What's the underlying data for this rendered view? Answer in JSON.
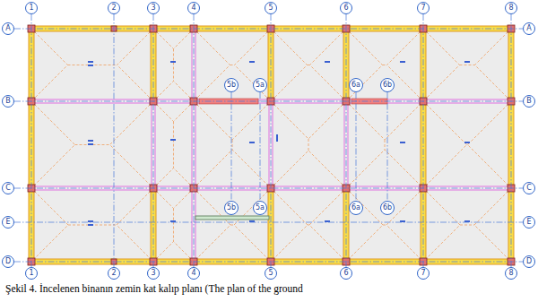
{
  "diagram": {
    "caption": "Şekil 4. İncelenen binanın zemin kat kalıp planı (The plan of the ground",
    "nodes": [
      {
        "text": [
          "1"
        ]
      },
      {
        "text": [
          "2"
        ]
      },
      {
        "text": [
          "3"
        ]
      },
      {
        "text": [
          "4"
        ]
      },
      {
        "text": [
          "5"
        ]
      },
      {
        "text": [
          "6"
        ]
      },
      {
        "text": [
          "7"
        ]
      },
      {
        "text": [
          "8"
        ]
      },
      {
        "text": [
          "A"
        ]
      },
      {
        "text": [
          "A"
        ]
      },
      {
        "text": [
          "B"
        ]
      },
      {
        "text": [
          "B"
        ]
      },
      {
        "text": [
          "5b"
        ]
      },
      {
        "text": [
          "5a"
        ]
      },
      {
        "text": [
          "6a"
        ]
      },
      {
        "text": [
          "6b"
        ]
      },
      {
        "text": [
          "C"
        ]
      },
      {
        "text": [
          "C"
        ]
      },
      {
        "text": [
          "5b"
        ]
      },
      {
        "text": [
          "5a"
        ]
      },
      {
        "text": [
          "6a"
        ]
      },
      {
        "text": [
          "6b"
        ]
      },
      {
        "text": [
          "E"
        ]
      },
      {
        "text": [
          "E"
        ]
      },
      {
        "text": [
          "D"
        ]
      },
      {
        "text": [
          "D"
        ]
      },
      {
        "text": [
          "1"
        ]
      },
      {
        "text": [
          "2"
        ]
      },
      {
        "text": [
          "3"
        ]
      },
      {
        "text": [
          "4"
        ]
      },
      {
        "text": [
          "5"
        ]
      },
      {
        "text": [
          "6"
        ]
      },
      {
        "text": [
          "7"
        ]
      },
      {
        "text": [
          "8"
        ]
      }
    ],
    "edges": [
      {
        "from": 0,
        "to": 26,
        "arrow": "none"
      },
      {
        "from": 1,
        "to": 27,
        "arrow": "none"
      },
      {
        "from": 2,
        "to": 28,
        "arrow": "none"
      },
      {
        "from": 3,
        "to": 29,
        "arrow": "none"
      },
      {
        "from": 4,
        "to": 30,
        "arrow": "none"
      },
      {
        "from": 5,
        "to": 31,
        "arrow": "none"
      },
      {
        "from": 6,
        "to": 32,
        "arrow": "none"
      },
      {
        "from": 7,
        "to": 33,
        "arrow": "none"
      },
      {
        "from": 8,
        "to": 9,
        "arrow": "none"
      },
      {
        "from": 10,
        "to": 11,
        "arrow": "none"
      },
      {
        "from": 16,
        "to": 17,
        "arrow": "none"
      },
      {
        "from": 22,
        "to": 23,
        "arrow": "none"
      },
      {
        "from": 24,
        "to": 25,
        "arrow": "none"
      },
      {
        "from": 12,
        "to": 18,
        "arrow": "none"
      },
      {
        "from": 13,
        "to": 19,
        "arrow": "none"
      },
      {
        "from": 14,
        "to": 20,
        "arrow": "none"
      },
      {
        "from": 15,
        "to": 21,
        "arrow": "none"
      }
    ]
  }
}
